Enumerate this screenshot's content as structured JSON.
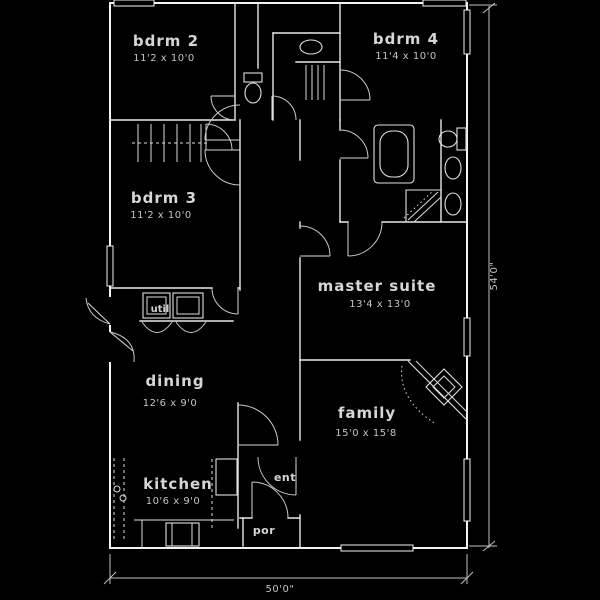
{
  "plan": {
    "type": "floor-plan",
    "background_color": "#000000",
    "line_color": "#f2f2f2",
    "text_color": "#d6d6d6",
    "rooms": {
      "bdrm2": {
        "label": "bdrm 2",
        "dims": "11'2 x 10'0"
      },
      "bdrm4": {
        "label": "bdrm 4",
        "dims": "11'4 x 10'0"
      },
      "bdrm3": {
        "label": "bdrm 3",
        "dims": "11'2 x 10'0"
      },
      "master": {
        "label": "master suite",
        "dims": "13'4 x 13'0"
      },
      "dining": {
        "label": "dining",
        "dims": "12'6 x 9'0"
      },
      "family": {
        "label": "family",
        "dims": "15'0 x 15'8"
      },
      "kitchen": {
        "label": "kitchen",
        "dims": "10'6 x 9'0"
      },
      "util": {
        "label": "util"
      },
      "entry": {
        "label": "ent"
      },
      "porch": {
        "label": "por"
      }
    },
    "overall_dimensions": {
      "width": "50'0\"",
      "depth": "54'0\""
    },
    "fixtures": [
      "tub",
      "toilet",
      "double-vanity-sinks",
      "shower",
      "hall-bath-toilet",
      "linen-shelves",
      "closet-hanging-rod",
      "washer",
      "dryer",
      "range",
      "refrigerator",
      "pantry-shelves",
      "kitchen-counter",
      "corner-fireplace",
      "door-swings",
      "windows"
    ]
  }
}
